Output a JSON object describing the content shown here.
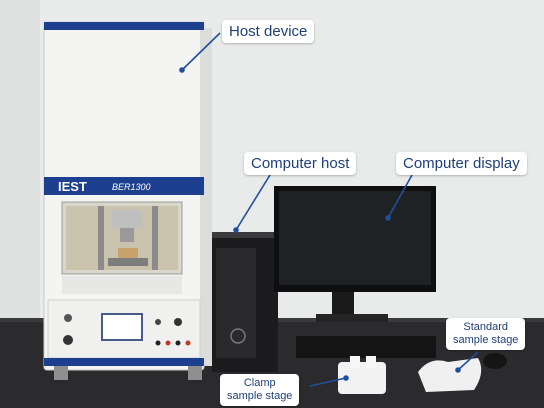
{
  "labels": {
    "host_device": "Host device",
    "computer_host": "Computer host",
    "computer_display": "Computer display",
    "clamp_stage_line1": "Clamp",
    "clamp_stage_line2": "sample stage",
    "standard_stage_line1": "Standard",
    "standard_stage_line2": "sample stage"
  },
  "device": {
    "brand": "IEST",
    "model": "BER1300"
  },
  "colors": {
    "callout_text": "#1f3f7a",
    "leader_line": "#1f4f9e",
    "device_body": "#f4f4f2",
    "brand_band": "#1d3f8f",
    "wall": "#e9ebea",
    "table": "#2a2a2c"
  }
}
